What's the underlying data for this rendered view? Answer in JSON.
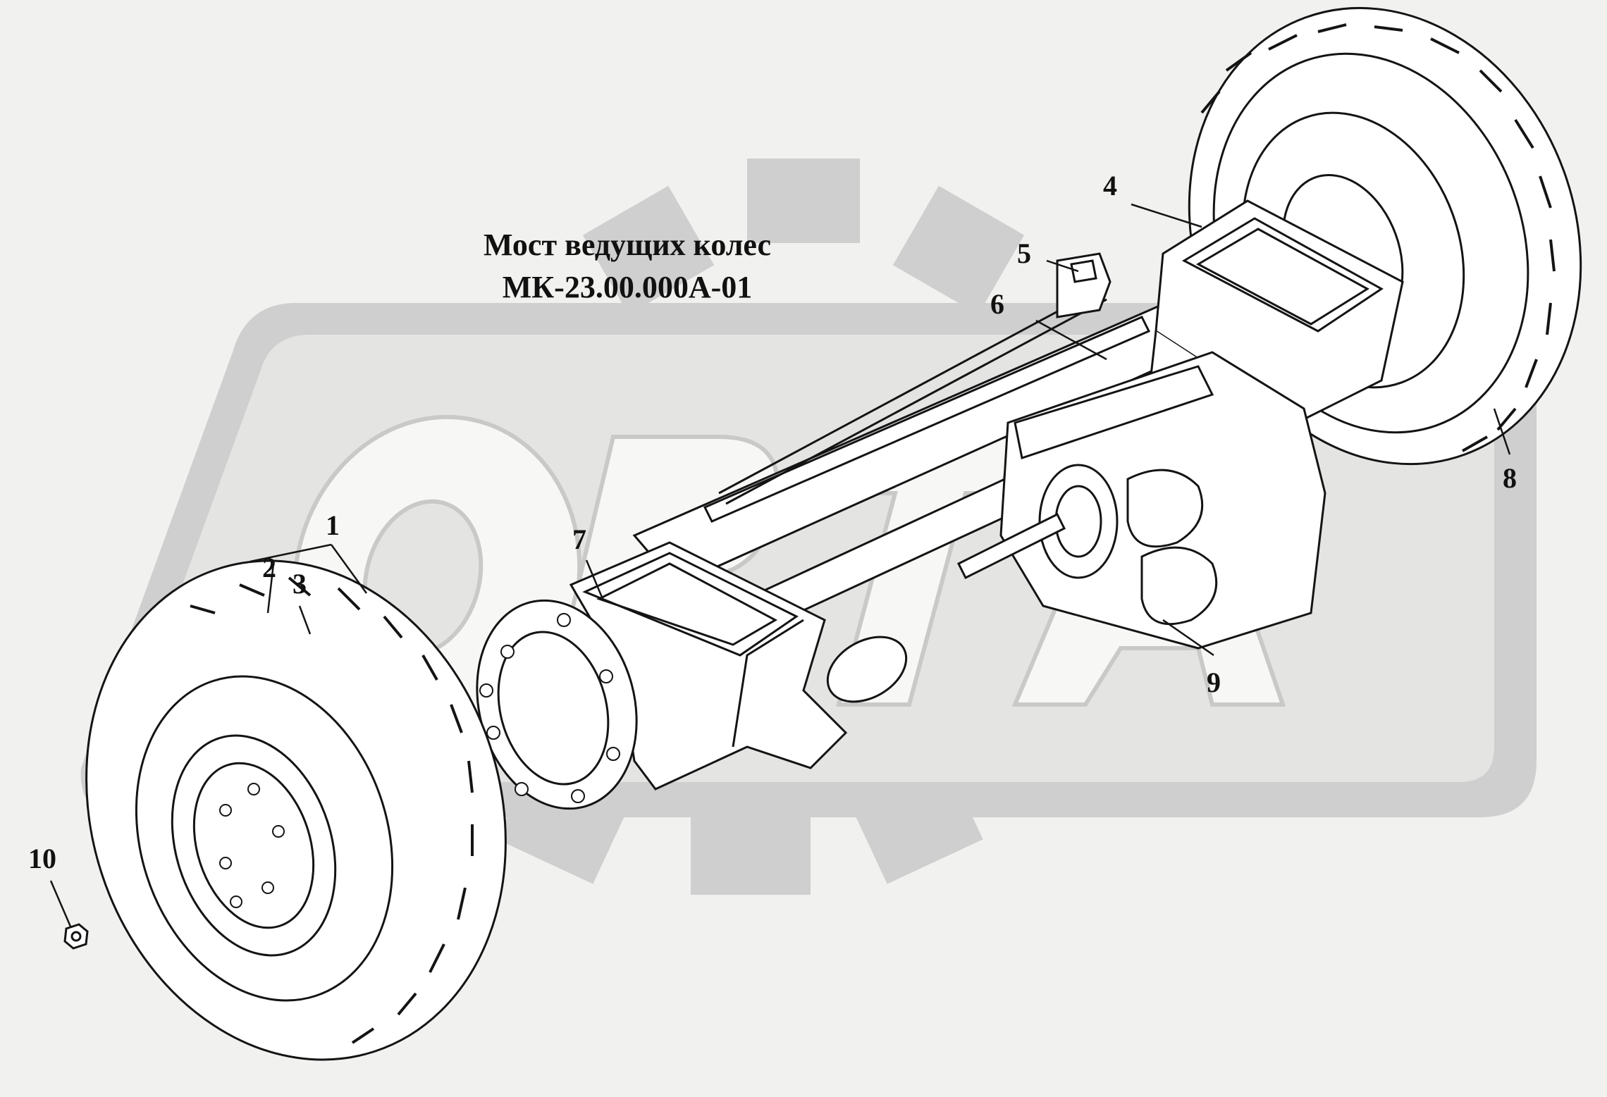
{
  "diagram": {
    "title_line1": "Мост ведущих колес",
    "title_line2": "МК-23.00.000А-01",
    "watermark": "ОРТА",
    "callouts": [
      {
        "id": "1",
        "label": "1"
      },
      {
        "id": "2",
        "label": "2"
      },
      {
        "id": "3",
        "label": "3"
      },
      {
        "id": "4",
        "label": "4"
      },
      {
        "id": "5",
        "label": "5"
      },
      {
        "id": "6",
        "label": "6"
      },
      {
        "id": "7",
        "label": "7"
      },
      {
        "id": "8",
        "label": "8"
      },
      {
        "id": "9",
        "label": "9"
      },
      {
        "id": "10",
        "label": "10"
      }
    ]
  },
  "colors": {
    "background": "#f1f1ef",
    "watermark": "#cfcfcf",
    "watermark_light": "#e2e2e0",
    "line": "#141414",
    "part_fill": "#ffffff"
  }
}
